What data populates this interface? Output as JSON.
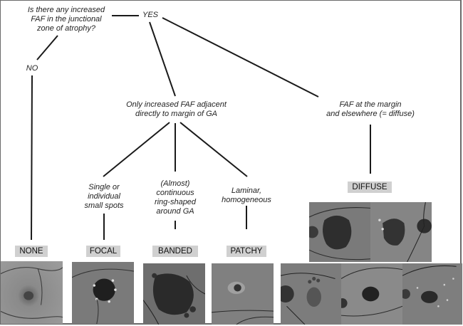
{
  "question": {
    "root": "Is there any increased FAF in the junctional zone of atrophy?",
    "root_lines": [
      "Is there any increased",
      "FAF in the junctional",
      "zone of atrophy?"
    ],
    "yes": "YES",
    "no": "NO"
  },
  "branches": {
    "adjacent_lines": [
      "Only increased FAF adjacent",
      "directly to margin of GA"
    ],
    "diffuse_lines": [
      "FAF at the margin",
      "and elsewhere (= diffuse)"
    ],
    "focal_desc": [
      "Single or",
      "individual",
      "small spots"
    ],
    "banded_desc": [
      "(Almost)",
      "continuous",
      "ring-shaped",
      "around GA"
    ],
    "patchy_desc": [
      "Laminar,",
      "homogeneous"
    ]
  },
  "categories": {
    "none": "NONE",
    "focal": "FOCAL",
    "banded": "BANDED",
    "patchy": "PATCHY",
    "diffuse": "DIFFUSE"
  },
  "images": [
    {
      "category": "none",
      "description": "fundus autofluorescence image, no increased FAF"
    },
    {
      "category": "focal",
      "description": "fundus autofluorescence image, focal pattern"
    },
    {
      "category": "banded",
      "description": "fundus autofluorescence image, banded pattern"
    },
    {
      "category": "patchy",
      "description": "fundus autofluorescence image, patchy pattern"
    },
    {
      "category": "diffuse",
      "description": "fundus autofluorescence images, diffuse patterns (5 examples)"
    }
  ]
}
